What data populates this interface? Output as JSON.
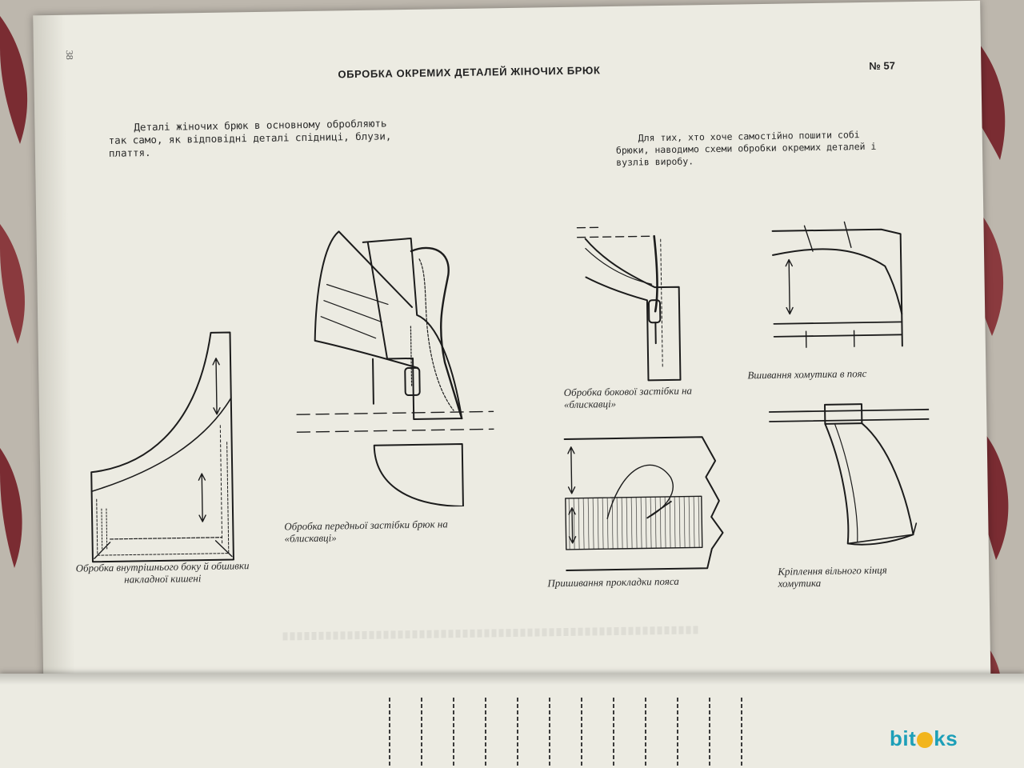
{
  "page": {
    "page_number": "38",
    "header_title": "Обробка окремих деталей жіночих брюк",
    "header_number": "№ 57"
  },
  "intro": {
    "left": "Деталі жіночих брюк в основному обробляють так само, як відповідні деталі спідниці, блузи, плаття.",
    "right": "Для тих, хто хоче самостійно пошити собі брюки, наводимо схеми обробки окремих деталей і вузлів виробу."
  },
  "captions": {
    "pocket": "Обробка внутрішнього боку й обшивки накладної кишені",
    "front_zipper": "Обробка передньої застібки брюк на «блискавці»",
    "side_zipper": "Обробка бокової застібки на «блискавці»",
    "belt_interfacing": "Пришивання прокладки пояса",
    "loop_sewing": "Вшивання хомутика в пояс",
    "loop_end": "Кріплення вільного кінця хомутика"
  },
  "watermark": {
    "prefix": "bit",
    "suffix": "ks"
  }
}
